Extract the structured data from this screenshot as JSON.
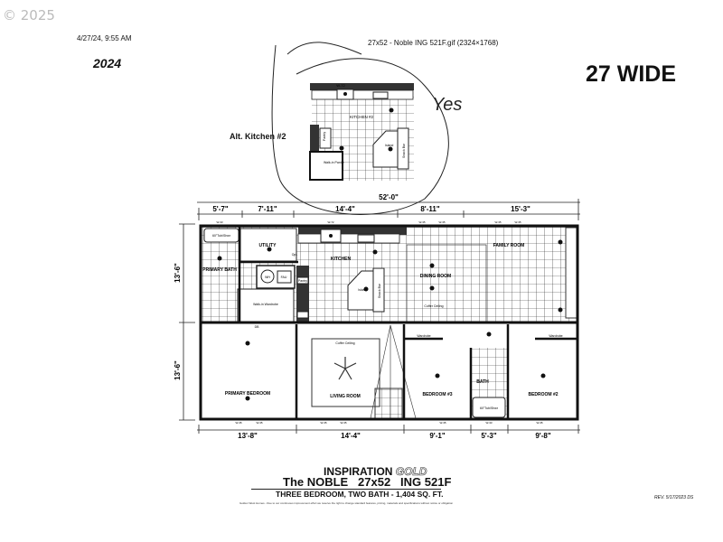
{
  "header": {
    "copyright": "© 2025",
    "timestamp": "4/27/24, 9:55 AM",
    "year": "2024",
    "filename": "27x52 - Noble ING 521F.gif (2324×1768)",
    "width_label": "27 WIDE"
  },
  "alt_kitchen": {
    "label": "Alt. Kitchen #2",
    "window": "W-72",
    "room": "KITCHEN #2",
    "pantry": "Pantry",
    "walkin_pantry": "Walk-in Pantry",
    "island": "Island",
    "snack_bar": "Snack Bar",
    "handwritten_note": "Yes"
  },
  "plan": {
    "overall_length": "52'-0\"",
    "top_dims": [
      "5'-7\"",
      "7'-11\"",
      "14'-4\"",
      "8'-11\"",
      "15'-3\""
    ],
    "bottom_dims": [
      "13'-8\"",
      "14'-4\"",
      "9'-1\"",
      "5'-3\"",
      "9'-8\""
    ],
    "side_dims": [
      "13'-6\"",
      "13'-6\""
    ],
    "rooms": {
      "primary_bath": "PRIMARY BATH",
      "utility": "UTILITY",
      "kitchen": "KITCHEN",
      "dining": "DINING ROOM",
      "family": "FAMILY ROOM",
      "primary_bedroom": "PRIMARY BEDROOM",
      "living": "LIVING ROOM",
      "bedroom3": "BEDROOM #3",
      "bath": "BATH",
      "bedroom2": "BEDROOM #2"
    },
    "fixtures": {
      "tub_primary": "60\"Tub/Shwr",
      "tub_bath": "60\"Tub/Shwr",
      "wh": "WH",
      "fau": "FAU",
      "pantry": "Pantry",
      "island": "Island",
      "snack_bar": "Snack Bar",
      "walkin_wardrobe": "Walk-in Wardrobe",
      "coffer_dining": "Coffer Ceiling",
      "coffer_living": "Coffer Ceiling",
      "wardrobe3": "Wardrobe",
      "wardrobe2": "Wardrobe",
      "db": "DB",
      "opt": "Opt."
    },
    "windows_top": [
      "W-33",
      "W-72",
      "W-35",
      "W-35",
      "W-35",
      "W-35"
    ],
    "windows_bottom": [
      "W-35",
      "W-35",
      "W-35",
      "W-35",
      "W-35",
      "W-33",
      "W-35"
    ]
  },
  "footer": {
    "brand": "INSPIRATION",
    "brand_gold": "GOLD",
    "model": "The NOBLE   27x52   ING 521F",
    "summary": "THREE BEDROOM, TWO BATH - 1,404 SQ. FT.",
    "fine_print": "Golden West Homes - Due to our continuous improvement effort we reserve the right to change standard features, pricing, materials and specifications without notice or obligation",
    "revision": "REV. 5/17/2023 DS"
  }
}
